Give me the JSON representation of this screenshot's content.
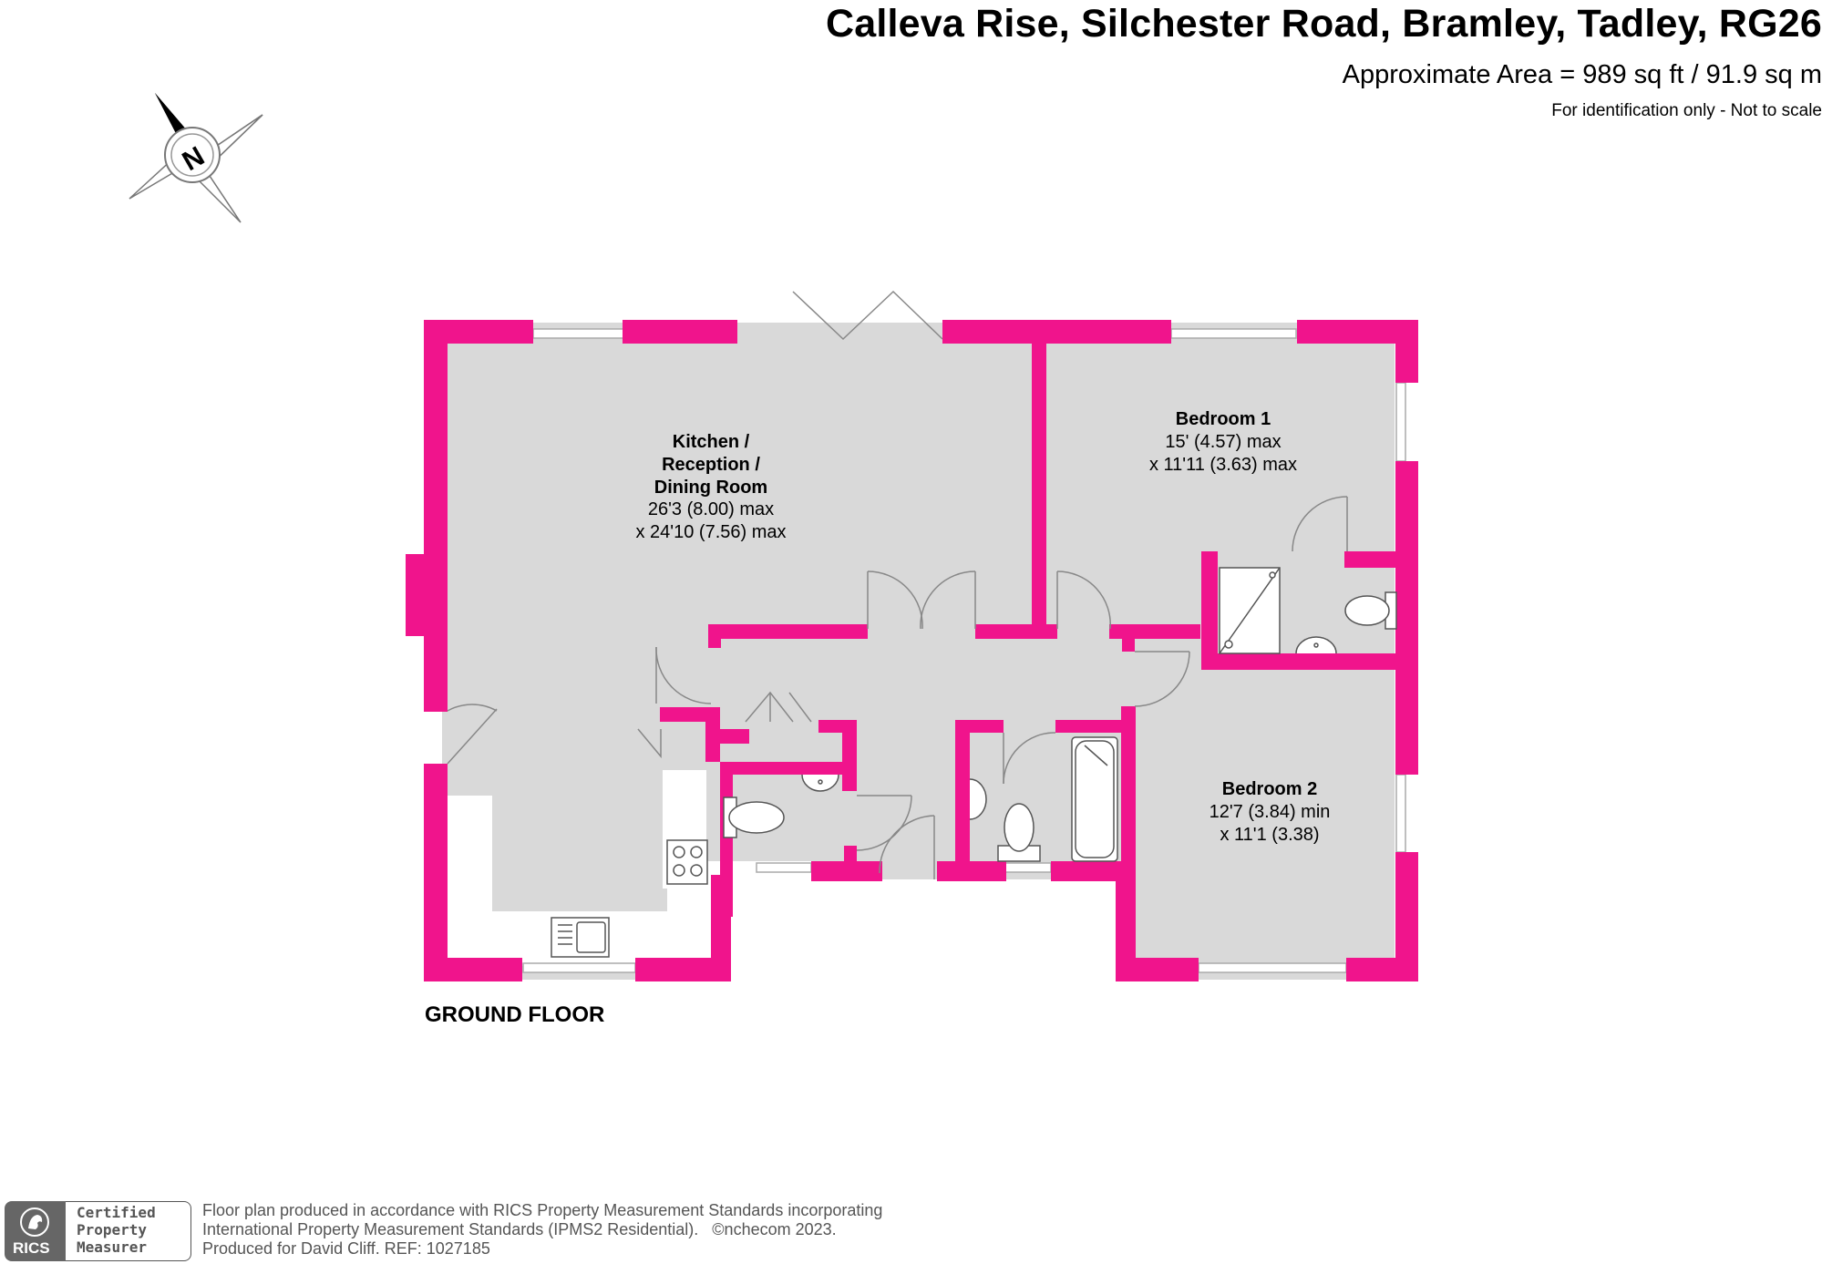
{
  "header": {
    "title": "Calleva Rise, Silchester Road, Bramley, Tadley, RG26",
    "area": "Approximate Area = 989 sq ft / 91.9 sq m",
    "disclaimer": "For identification only - Not to scale"
  },
  "compass": {
    "letter": "N"
  },
  "rooms": {
    "kitchen": {
      "name1": "Kitchen /",
      "name2": "Reception /",
      "name3": "Dining Room",
      "dim1": "26'3 (8.00) max",
      "dim2": "x 24'10 (7.56) max"
    },
    "bedroom1": {
      "name": "Bedroom 1",
      "dim1": "15' (4.57) max",
      "dim2": "x 11'11 (3.63) max"
    },
    "bedroom2": {
      "name": "Bedroom 2",
      "dim1": "12'7 (3.84) min",
      "dim2": "x 11'1 (3.38)"
    }
  },
  "floor_label": "GROUND FLOOR",
  "footer": {
    "line1": "Floor plan produced in accordance with RICS Property Measurement Standards incorporating",
    "line2a": "International Property Measurement Standards (IPMS2 Residential).",
    "line2b": "©n",
    "line2c": "checom 2023.",
    "line3": "Produced for David Cliff.   REF:  1027185"
  },
  "rics": {
    "logo": "RICS",
    "cert1": "Certified",
    "cert2": "Property",
    "cert3": "Measurer"
  },
  "colors": {
    "wall": "#f0148c",
    "floor": "#d9d9d9",
    "fixture": "#555555"
  }
}
